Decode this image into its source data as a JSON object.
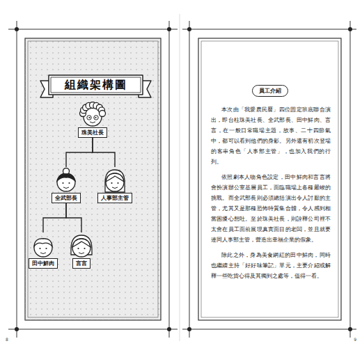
{
  "diagram": {
    "title": "組織架構圖",
    "nodes": [
      {
        "text": [
          "珠美社長"
        ]
      },
      {
        "text": [
          "全武部長"
        ]
      },
      {
        "text": [
          "人事部主管"
        ]
      },
      {
        "text": [
          "田中鮮肉"
        ]
      },
      {
        "text": [
          "言言"
        ]
      },
      {
        "text": [
          "員工介紹"
        ]
      }
    ],
    "edges": [
      {
        "from": 0,
        "to": 1,
        "arrow": "none"
      },
      {
        "from": 0,
        "to": 2,
        "arrow": "none"
      },
      {
        "from": 1,
        "to": 3,
        "arrow": "none"
      },
      {
        "from": 1,
        "to": 4,
        "arrow": "none"
      }
    ],
    "labels": [
      "本次由「我愛農民曆」四位固定班底聯合演出，即台柱珠美社長、全武部長、田中鮮肉、言言，在一般日常職場主題，故事、二十四節氣中，都可以看到他們的身影。另外還有初次登場的客串角色「人事部主管」，也加入我們的行列。",
      "依照劇本人物角色設定，田中鮮肉和言言將會扮演辦公室基層員工，面臨職場上各種嚴峻的挑戰。而全武部長則必須總括演出令人討厭的主管，尤其又是那種恐怖特質集合體，令人感到相當困擾心想吐。至於珠美社長，則詮釋公司裡不太會在員工面前展現真實面目的老闆，並且就要連同人事部主管，營造出幸福企業的假象。",
      "除此之外，身為美食網紅的田中鮮肉，同時也繼續主持「好好味筆記」單元，主要介紹或解釋一些吃貨心得及其獨到之處等，值得一看。",
      "8",
      "9"
    ]
  }
}
